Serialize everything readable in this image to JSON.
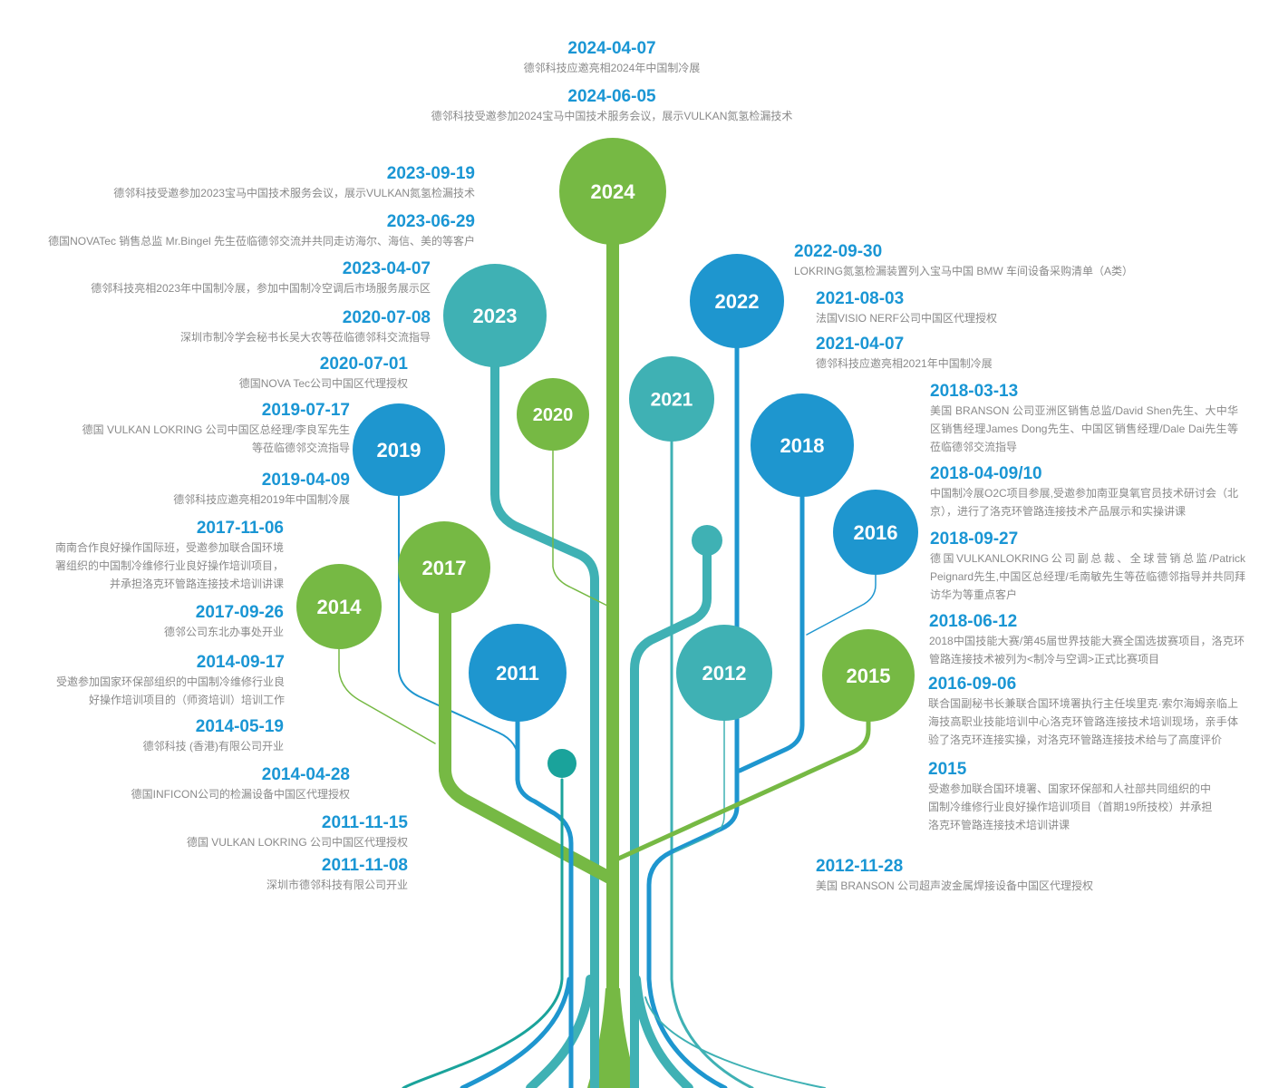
{
  "colors": {
    "green": "#76b944",
    "teal": "#3fb1b4",
    "blue": "#1e96cf",
    "dark_teal": "#1aa39b",
    "date_text": "#1a96d4",
    "desc_text": "#8a8a8a"
  },
  "years": [
    {
      "label": "2024",
      "color": "green"
    },
    {
      "label": "2023",
      "color": "teal"
    },
    {
      "label": "2022",
      "color": "blue"
    },
    {
      "label": "2021",
      "color": "teal"
    },
    {
      "label": "2020",
      "color": "green"
    },
    {
      "label": "2019",
      "color": "blue"
    },
    {
      "label": "2018",
      "color": "blue"
    },
    {
      "label": "2017",
      "color": "green"
    },
    {
      "label": "2016",
      "color": "blue"
    },
    {
      "label": "2015",
      "color": "green"
    },
    {
      "label": "2014",
      "color": "green"
    },
    {
      "label": "2012",
      "color": "teal"
    },
    {
      "label": "2011",
      "color": "blue"
    }
  ],
  "events": [
    {
      "date": "2024-04-07",
      "desc": "德邻科技应邀亮相2024年中国制冷展"
    },
    {
      "date": "2024-06-05",
      "desc": "德邻科技受邀参加2024宝马中国技术服务会议，展示VULKAN氮氢检漏技术"
    },
    {
      "date": "2023-09-19",
      "desc": "德邻科技受邀参加2023宝马中国技术服务会议，展示VULKAN氮氢检漏技术"
    },
    {
      "date": "2023-06-29",
      "desc": "德国NOVATec 销售总监 Mr.Bingel 先生莅临德邻交流并共同走访海尔、海信、美的等客户"
    },
    {
      "date": "2023-04-07",
      "desc": "德邻科技亮相2023年中国制冷展，参加中国制冷空调后市场服务展示区"
    },
    {
      "date": "2020-07-08",
      "desc": "深圳市制冷学会秘书长吴大农等莅临德邻科交流指导"
    },
    {
      "date": "2020-07-01",
      "desc": "德国NOVA Tec公司中国区代理授权"
    },
    {
      "date": "2019-07-17",
      "desc": "德国 VULKAN LOKRING 公司中国区总经理/李良军先生等莅临德邻交流指导"
    },
    {
      "date": "2019-04-09",
      "desc": "德邻科技应邀亮相2019年中国制冷展"
    },
    {
      "date": "2017-11-06",
      "desc": "南南合作良好操作国际班，受邀参加联合国环境署组织的中国制冷维修行业良好操作培训项目，并承担洛克环管路连接技术培训讲课"
    },
    {
      "date": "2017-09-26",
      "desc": "德邻公司东北办事处开业"
    },
    {
      "date": "2014-09-17",
      "desc": "受邀参加国家环保部组织的中国制冷维修行业良好操作培训项目的（师资培训）培训工作"
    },
    {
      "date": "2014-05-19",
      "desc": "德邻科技 (香港)有限公司开业"
    },
    {
      "date": "2014-04-28",
      "desc": "德国INFICON公司的检漏设备中国区代理授权"
    },
    {
      "date": "2011-11-15",
      "desc": "德国 VULKAN LOKRING 公司中国区代理授权"
    },
    {
      "date": "2011-11-08",
      "desc": "深圳市德邻科技有限公司开业"
    },
    {
      "date": "2022-09-30",
      "desc": "LOKRING氮氢检漏装置列入宝马中国 BMW 车间设备采购清单（A类）"
    },
    {
      "date": "2021-08-03",
      "desc": "法国VISIO NERF公司中国区代理授权"
    },
    {
      "date": "2021-04-07",
      "desc": "德邻科技应邀亮相2021年中国制冷展"
    },
    {
      "date": "2018-03-13",
      "desc": "美国 BRANSON 公司亚洲区销售总监/David Shen先生、大中华区销售经理James Dong先生、中国区销售经理/Dale Dai先生等莅临德邻交流指导"
    },
    {
      "date": "2018-04-09/10",
      "desc": "中国制冷展O2C项目参展,受邀参加南亚臭氧官员技术研讨会（北京），进行了洛克环管路连接技术产品展示和实操讲课"
    },
    {
      "date": "2018-09-27",
      "desc": "德国VULKANLOKRING公司副总裁、全球营销总监/Patrick Peignard先生,中国区总经理/毛南敏先生等莅临德邻指导并共同拜访华为等重点客户"
    },
    {
      "date": "2018-06-12",
      "desc": "2018中国技能大赛/第45届世界技能大赛全国选拔赛项目，洛克环管路连接技术被列为<制冷与空调>正式比赛项目"
    },
    {
      "date": "2016-09-06",
      "desc": "联合国副秘书长兼联合国环境署执行主任埃里克·索尔海姆亲临上海技高职业技能培训中心洛克环管路连接技术培训现场，亲手体验了洛克环连接实操，对洛克环管路连接技术给与了高度评价"
    },
    {
      "date": "2015",
      "desc": "受邀参加联合国环境署、国家环保部和人社部共同组织的中国制冷维修行业良好操作培训项目（首期19所技校）并承担洛克环管路连接技术培训讲课"
    },
    {
      "date": "2012-11-28",
      "desc": "美国 BRANSON 公司超声波金属焊接设备中国区代理授权"
    }
  ]
}
